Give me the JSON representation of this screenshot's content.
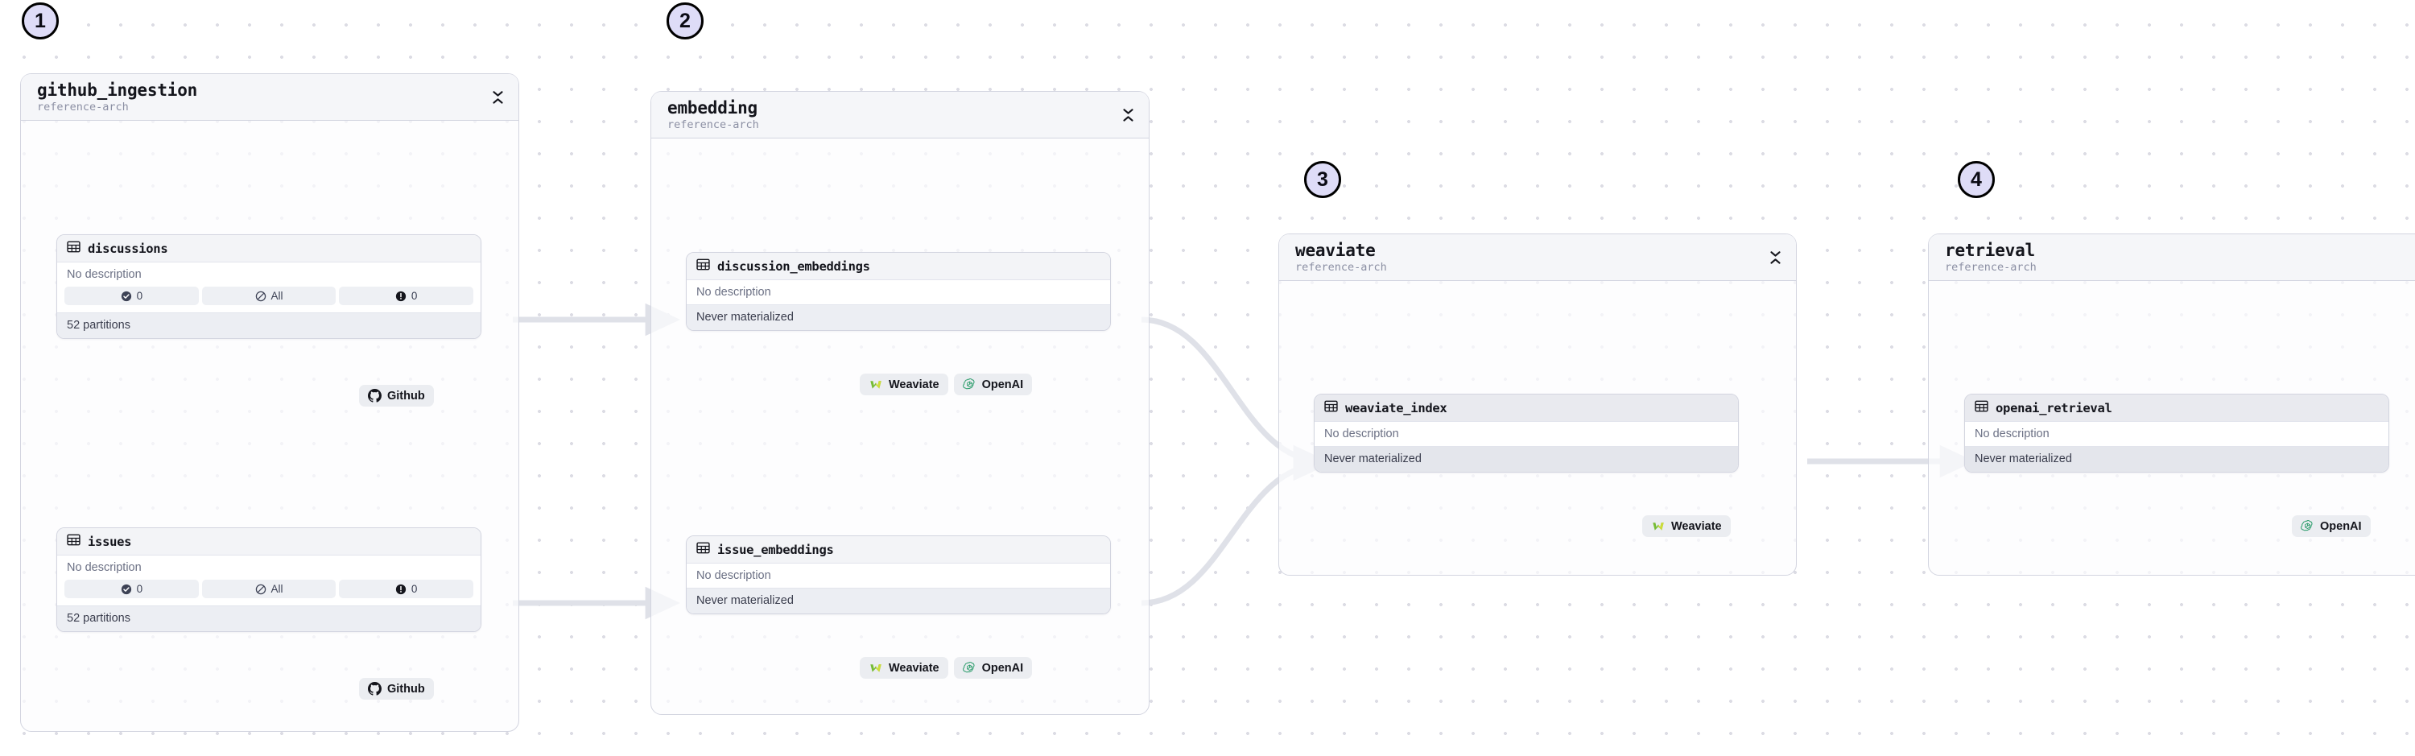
{
  "canvas": {
    "background": "#ffffff",
    "dot_color": "#dcdce4",
    "edge_color": "#dfe1e8",
    "badge_fill": "#dedcf7",
    "accent_green": "#2f9e6e"
  },
  "labels": {
    "no_description": "No description",
    "never_materialized": "Never materialized",
    "partitions_52": "52 partitions",
    "chip_all": "All",
    "chip_zero": "0"
  },
  "groups": [
    {
      "badge": "1",
      "title": "github_ingestion",
      "subtitle": "reference-arch",
      "collapse_icon": "chevron-collapse-icon",
      "assets": [
        {
          "name": "discussions",
          "icon": "table-icon",
          "description": "No description",
          "footer": "52 partitions",
          "chips": [
            {
              "icon": "check-circle-icon",
              "label": "0"
            },
            {
              "icon": "slashed-circle-icon",
              "label": "All"
            },
            {
              "icon": "alert-circle-icon",
              "label": "0"
            }
          ],
          "tags": [
            {
              "icon": "github-icon",
              "label": "Github"
            }
          ]
        },
        {
          "name": "issues",
          "icon": "table-icon",
          "description": "No description",
          "footer": "52 partitions",
          "chips": [
            {
              "icon": "check-circle-icon",
              "label": "0"
            },
            {
              "icon": "slashed-circle-icon",
              "label": "All"
            },
            {
              "icon": "alert-circle-icon",
              "label": "0"
            }
          ],
          "tags": [
            {
              "icon": "github-icon",
              "label": "Github"
            }
          ]
        }
      ]
    },
    {
      "badge": "2",
      "title": "embedding",
      "subtitle": "reference-arch",
      "collapse_icon": "chevron-collapse-icon",
      "assets": [
        {
          "name": "discussion_embeddings",
          "icon": "table-icon",
          "description": "No description",
          "footer": "Never materialized",
          "chips": [],
          "tags": [
            {
              "icon": "weaviate-icon",
              "label": "Weaviate"
            },
            {
              "icon": "openai-icon",
              "label": "OpenAI"
            }
          ]
        },
        {
          "name": "issue_embeddings",
          "icon": "table-icon",
          "description": "No description",
          "footer": "Never materialized",
          "chips": [],
          "tags": [
            {
              "icon": "weaviate-icon",
              "label": "Weaviate"
            },
            {
              "icon": "openai-icon",
              "label": "OpenAI"
            }
          ]
        }
      ]
    },
    {
      "badge": "3",
      "title": "weaviate",
      "subtitle": "reference-arch",
      "collapse_icon": "chevron-collapse-icon",
      "assets": [
        {
          "name": "weaviate_index",
          "icon": "table-icon",
          "description": "No description",
          "footer": "Never materialized",
          "selected": true,
          "chips": [],
          "tags": [
            {
              "icon": "weaviate-icon",
              "label": "Weaviate"
            }
          ]
        }
      ]
    },
    {
      "badge": "4",
      "title": "retrieval",
      "subtitle": "reference-arch",
      "collapse_icon": "chevron-collapse-icon",
      "assets": [
        {
          "name": "openai_retrieval",
          "icon": "table-icon",
          "description": "No description",
          "footer": "Never materialized",
          "selected": true,
          "chips": [],
          "tags": [
            {
              "icon": "openai-icon",
              "label": "OpenAI"
            }
          ]
        }
      ]
    }
  ]
}
